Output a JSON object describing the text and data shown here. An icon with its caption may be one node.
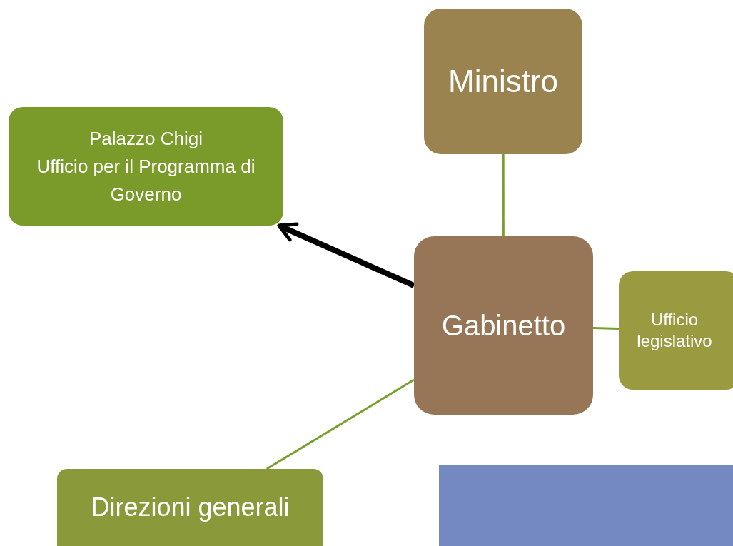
{
  "diagram": {
    "nodes": [
      {
        "text": [
          "Ministro"
        ]
      },
      {
        "text": [
          "Palazzo Chigi",
          "Ufficio per il Programma di Governo"
        ]
      },
      {
        "text": [
          "Gabinetto"
        ]
      },
      {
        "text": [
          "Ufficio legislativo"
        ]
      },
      {
        "text": [
          "Direzioni generali"
        ]
      },
      {
        "text": [],
        "shape": "box"
      }
    ],
    "edges": [
      {
        "from": 0,
        "to": 2,
        "arrow": "none"
      },
      {
        "from": 2,
        "to": 1,
        "arrow": "to",
        "style": "thick",
        "color": "#000000"
      },
      {
        "from": 2,
        "to": 3,
        "arrow": "none"
      },
      {
        "from": 2,
        "to": 4,
        "arrow": "none"
      }
    ]
  }
}
